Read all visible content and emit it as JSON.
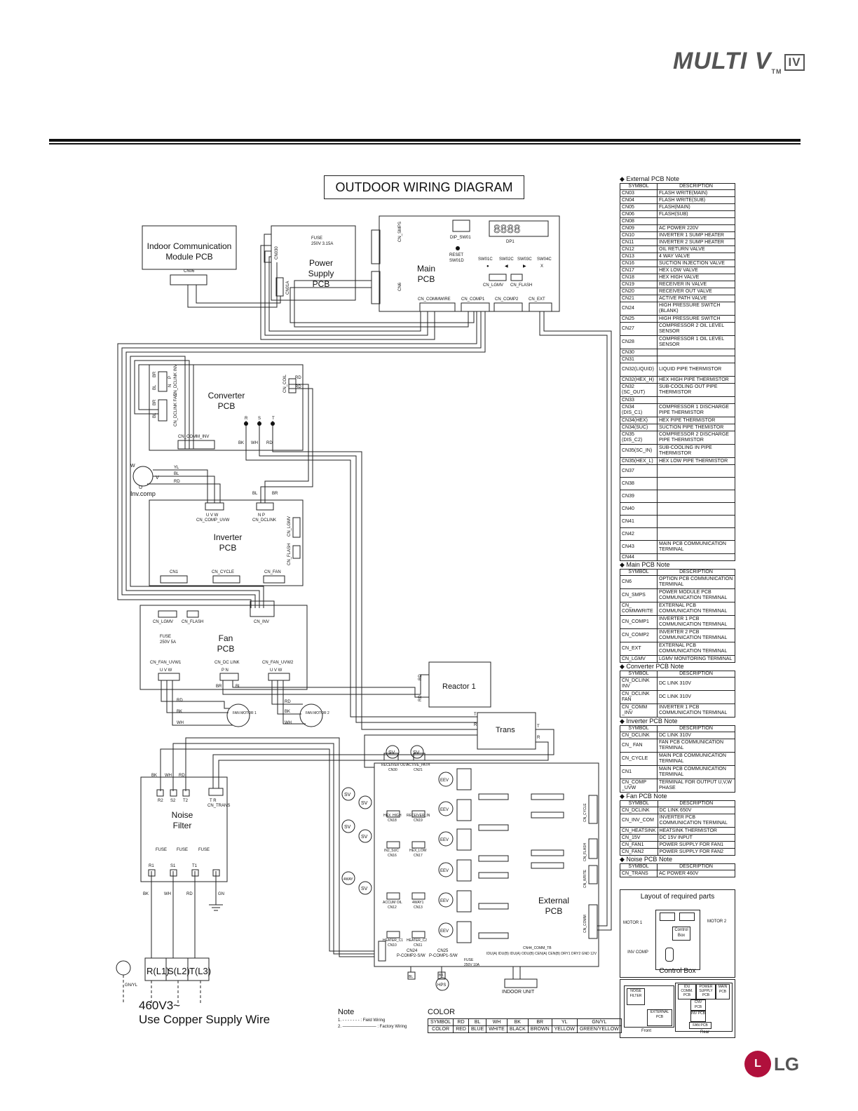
{
  "header": {
    "brand_logo": "MULTI V",
    "brand_tm": "TM",
    "brand_generation": "IV",
    "diagram_title": "OUTDOOR WIRING DIAGRAM",
    "footer_logo": "LG",
    "footer_logo_mark": "L"
  },
  "boards": {
    "indoor_comm": {
      "title1": "Indoor Communication",
      "title2": "Module PCB",
      "connector": "CN06"
    },
    "power_supply": {
      "title1": "Power",
      "title2": "Supply",
      "title3": "PCB",
      "fuse1": "FUSE",
      "fuse2": "250V 3.15A",
      "cn030": "CN030",
      "cn01a": "CN01A"
    },
    "main": {
      "title1": "Main",
      "title2": "PCB",
      "cn_smps": "CN_SMPS",
      "cn6": "CN6",
      "dip": "DIP_SW01",
      "dp1": "DP1",
      "dp_digits": "8888",
      "reset1": "RESET",
      "reset2": "SW01D",
      "sw01c": "SW01C",
      "sw02c": "SW02C",
      "sw03c": "SW03C",
      "sw04c": "SW04C",
      "sym1": "●",
      "sym2": "◀",
      "sym3": "▶",
      "sym4": "X",
      "cn_lgmv": "CN_LGMV",
      "cn_flash": "CN_FLASH",
      "cn_commwire": "CN_COMMWIRE",
      "cn_comp1": "CN_COMP1",
      "cn_comp2": "CN_COMP2",
      "cn_ext": "CN_EXT"
    },
    "converter": {
      "title1": "Converter",
      "title2": "PCB",
      "br1": "BR",
      "bl1": "BL",
      "p": "P",
      "n": "N",
      "dclink_inv": "CN_DCLINK INV",
      "br2": "BR",
      "bl2": "BL",
      "dclink_fan": "CN_DCLINK FAN",
      "cn_coil": "CN_COIL",
      "rd1": "RD",
      "rd2": "RD",
      "r": "R",
      "s": "S",
      "t": "T",
      "bk": "BK",
      "wh": "WH",
      "rd": "RD",
      "cn_comm_inv": "CN_COMM_INV"
    },
    "inv_comp": {
      "label": "Inv.comp",
      "w": "W",
      "u": "U",
      "v": "V",
      "yl": "YL",
      "bl": "BL",
      "rd": "RD"
    },
    "inverter": {
      "title1": "Inverter",
      "title2": "PCB",
      "uvw": "U  V  W",
      "cn_comp_uvw": "CN_COMP_UVW",
      "np": "N   P",
      "cn_dclink": "CN_DCLINK",
      "bl": "BL",
      "br": "BR",
      "cn_lgmv": "CN_LGMV",
      "cn_flash": "CN_FLASH",
      "cn1": "CN1",
      "cn_cycle": "CN_CYCLE",
      "cn_fan": "CN_FAN"
    },
    "fan": {
      "title1": "Fan",
      "title2": "PCB",
      "cn_lgmv": "CN_LGMV",
      "cn_flash": "CN_FLASH",
      "cn_inv": "CN_INV",
      "fuse1": "FUSE",
      "fuse2": "250V 5A",
      "cn_fan_uvw1": "CN_FAN_UVW1",
      "cn_dc_link": "CN_DC LINK",
      "cn_fan_uvw2": "CN_FAN_UVW2",
      "uvw1": "U  V  W",
      "pn": "P    N",
      "uvw2": "U  V  W",
      "br": "BR",
      "bl": "BL",
      "rd1": "RD",
      "bk1": "BK",
      "wh1": "WH",
      "rd2": "RD",
      "bk2": "BK",
      "wh2": "WH",
      "motor1": "FAN MOTOR 1",
      "motor2": "FAN MOTOR 2",
      "w": "W",
      "v": "V",
      "u": "U"
    },
    "reactor": {
      "label": "Reactor 1",
      "rd1": "RD",
      "rd2": "RD"
    },
    "trans": {
      "label": "Trans",
      "t1": "T",
      "r1": "R",
      "t2": "T",
      "r2": "R"
    },
    "noise": {
      "title1": "Noise",
      "title2": "Filter",
      "bk": "BK",
      "wh": "WH",
      "rd": "RD",
      "r2": "R2",
      "s2": "S2",
      "t2": "T2",
      "tr": "T  R",
      "cn_trans": "CN_TRANS",
      "fuse": "FUSE",
      "r1": "R1",
      "s1": "S1",
      "t1": "T1",
      "bk2": "BK",
      "wh2": "WH",
      "rd2": "RD",
      "gn": "GN"
    },
    "external": {
      "title1": "External",
      "title2": "PCB",
      "sv": "SV",
      "eev": "EEV",
      "fourway": "4WAY",
      "receiver_out": "RECEIVER OUT",
      "active_path": "ACTIVE_PATH",
      "cn30": "CN30",
      "cn21": "CN21",
      "hex_high": "HEX_HIGH",
      "receiver_in": "RECEIVER_IN",
      "cn18": "CN18",
      "cn19": "CN19",
      "inj_suc": "INJ_SUC",
      "hex_low": "HEX_LOW",
      "cn16": "CN16",
      "cn17": "CN17",
      "accum": "ACCUM OIL",
      "fourway1": "4WAY1",
      "cn12": "CN12",
      "cn13": "CN13",
      "heater_c1": "HEATER_C1",
      "heater_c2": "HEATER_C2",
      "cn10": "CN10",
      "cn11": "CN11",
      "cn24": "CN24",
      "p_comp2": "P-COMP2-S/W",
      "cn25": "CN25",
      "p_comp1": "P-COMP1-S/W",
      "fuse1": "FUSE",
      "fuse2": "250V 10A",
      "cn44": "CN44_COMM_TB",
      "terminals": "IDU(A) IDU(B) IDU(A) ODU(B) CEN(A) CEN(B) DRY1 DRY2 GND 12V",
      "indoor_unit": "INDOOR UNIT",
      "hps": "HPS",
      "bl": "BL",
      "bk": "BK",
      "cn_cycle": "CN_CYCLE",
      "cn_comm": "CN_COMM",
      "cn_flash": "CN_FLASH",
      "cn_write": "CN_WRITE"
    },
    "supply": {
      "r": "R(L1)",
      "s": "S(L2)",
      "t": "T(L3)",
      "gnyl": "GN/YL",
      "voltage": "460V3~",
      "wire": "Use Copper Supply Wire"
    }
  },
  "legend": {
    "note_title": "Note",
    "note1": "1. - - - - - - - : Field Wiring",
    "note2": "2. ———————— : Factory Wiring",
    "color_title": "COLOR",
    "symbol_label": "SYMBOL",
    "color_label": "COLOR",
    "symbols": [
      "RD",
      "BL",
      "WH",
      "BK",
      "BR",
      "YL",
      "GN/YL"
    ],
    "colors": [
      "RED",
      "BLUE",
      "WHITE",
      "BLACK",
      "BROWN",
      "YELLOW",
      "GREEN/YELLOW"
    ]
  },
  "layout_parts": {
    "title": "Layout of required parts",
    "motor1": "MOTOR 1",
    "motor2": "MOTOR 2",
    "control_box_small": "Control Box",
    "inv_comp": "INV COMP",
    "control_box": "Control Box",
    "noise_filter": "NOISE FILTER",
    "external_pcb": "EXTERNAL PCB",
    "idu_comm": "IDU COMM. PCB",
    "power_supply": "POWER SUPPLY PCB",
    "main_pcb": "MAIN PCB",
    "cnv_pcb": "CNV PCB",
    "inv_pcb": "INV PCB",
    "fan_pcb": "FAN PCB",
    "front": "Front",
    "rear": "Rear"
  },
  "notes": {
    "symbol_header": "SYMBOL",
    "desc_header": "DESCRIPTION",
    "external_title": "◆ External PCB Note",
    "external": [
      [
        "CN03",
        "FLASH WRITE(MAIN)"
      ],
      [
        "CN04",
        "FLASH WRITE(SUB)"
      ],
      [
        "CN05",
        "FLASH(MAIN)"
      ],
      [
        "CN06",
        "FLASH(SUB)"
      ],
      [
        "CN08",
        ""
      ],
      [
        "CN09",
        "AC POWER 220V"
      ],
      [
        "CN10",
        "INVERTER 1 SUMP HEATER"
      ],
      [
        "CN11",
        "INVERTER 2 SUMP HEATER"
      ],
      [
        "CN12",
        "OIL RETURN VALVE"
      ],
      [
        "CN13",
        "4 WAY VALVE"
      ],
      [
        "CN16",
        "SUCTION INJECTION VALVE"
      ],
      [
        "CN17",
        "HEX LOW VALVE"
      ],
      [
        "CN18",
        "HEX HIGH VALVE"
      ],
      [
        "CN19",
        "RECEIVER IN VALVE"
      ],
      [
        "CN20",
        "RECEIVER OUT VALVE"
      ],
      [
        "CN21",
        "ACTIVE PATH VALVE"
      ],
      [
        "CN24",
        "HIGH PRESSURE SWITCH (BLANK)"
      ],
      [
        "CN25",
        "HIGH PRESSURE SWITCH"
      ],
      [
        "CN27",
        "COMPRESSOR 2 OIL LEVEL SENSOR"
      ],
      [
        "CN28",
        "COMPRESSOR 1 OIL LEVEL SENSOR"
      ],
      [
        "CN30",
        ""
      ],
      [
        "CN31",
        ""
      ],
      [
        "CN32(LIQUID)",
        "LIQUID PIPE THERMISTOR"
      ],
      [
        "CN32(HEX_H)",
        "HEX HIGH PIPE THERMISTOR"
      ],
      [
        "CN32 (SC_OUT)",
        "SUB-COOLING OUT PIPE THERMISTOR"
      ],
      [
        "CN33",
        ""
      ],
      [
        "CN34 (DIS_C1)",
        "COMPRESSOR 1 DISCHARGE PIPE THERMISTOR"
      ],
      [
        "CN34(HEX)",
        "HEX PIPE THERMISTOR"
      ],
      [
        "CN34(SUC)",
        "SUCTION PIPE THEMISTOR"
      ],
      [
        "CN35 (DIS_C2)",
        "COMPRESSOR 2 DISCHARGE PIPE THERMISTOR"
      ],
      [
        "CN35(SC_IN)",
        "SUB-COOLING IN PIPE THERMISTOR"
      ],
      [
        "CN35(HEX_L)",
        "HEX LOW PIPE THERMISTOR"
      ],
      [
        "CN37",
        ""
      ],
      [
        "CN38",
        ""
      ],
      [
        "CN39",
        ""
      ],
      [
        "CN40",
        ""
      ],
      [
        "CN41",
        ""
      ],
      [
        "CN42",
        ""
      ],
      [
        "CN43",
        "MAIN PCB COMMUNICATION TERMINAL"
      ],
      [
        "CN44",
        ""
      ]
    ],
    "main_title": "◆ Main  PCB Note",
    "main": [
      [
        "CN6",
        "OPTION PCB COMMUNICATION TERMINAL"
      ],
      [
        "CN_SMPS",
        "POWER MODULE PCB COMMUNICATION TERMINAL"
      ],
      [
        "CN_ COMMWRITE",
        "EXTERNAL PCB COMMUNICATION TERMINAL"
      ],
      [
        "CN_COMP1",
        "INVERTER 1 PCB COMMUNICATION TERMINAL"
      ],
      [
        "CN_COMP2",
        "INVERTER 2 PCB COMMUNICATION TERMINAL"
      ],
      [
        "CN_EXT",
        "EXTERNAL PCB COMMUNICATION TERMINAL"
      ],
      [
        "CN_LGMV",
        "LGMV MONITORING TERMINAL"
      ]
    ],
    "converter_title": "◆ Converter PCB Note",
    "converter": [
      [
        "CN_DCLINK INV",
        "DC LINK 310V"
      ],
      [
        "CN_DCLINK FAN",
        "DC LINK 310V"
      ],
      [
        "CN_COMM _INV",
        "INVERTER 1 PCB COMMUNICATION TERMINAL"
      ]
    ],
    "inverter_title": "◆ Inverter PCB Note",
    "inverter": [
      [
        "CN_DCLINK",
        "DC LINK 310V"
      ],
      [
        "CN_ FAN",
        "FAN PCB COMMUNICATION TERMINAL"
      ],
      [
        "CN_CYCLE",
        "MAIN PCB COMMUNICATION TERMINAL"
      ],
      [
        "CN1",
        "MAIN PCB COMMUNICATION TERMINAL"
      ],
      [
        "CN_COMP _UVW",
        "TERMINAL FOR OUTPUT U,V,W PHASE"
      ]
    ],
    "fan_title": "◆ Fan PCB Note",
    "fan": [
      [
        "CN_DCLINK",
        "DC LINK 650V"
      ],
      [
        "CN_INV_COM",
        "INVERTER PCB COMMUNICATION TERMINAL"
      ],
      [
        "CN_HEATSINK",
        "HEATSINK THERMISTOR"
      ],
      [
        "CN_15V",
        "DC 15V INPUT"
      ],
      [
        "CN_FAN1",
        "POWER SUPPLY FOR FAN1"
      ],
      [
        "CN_FAN2",
        "POWER SUPPLY FOR FAN2"
      ]
    ],
    "noise_title": "◆ Noise PCB Note",
    "noise": [
      [
        "CN_TRANS",
        "AC POWER 460V"
      ]
    ]
  }
}
